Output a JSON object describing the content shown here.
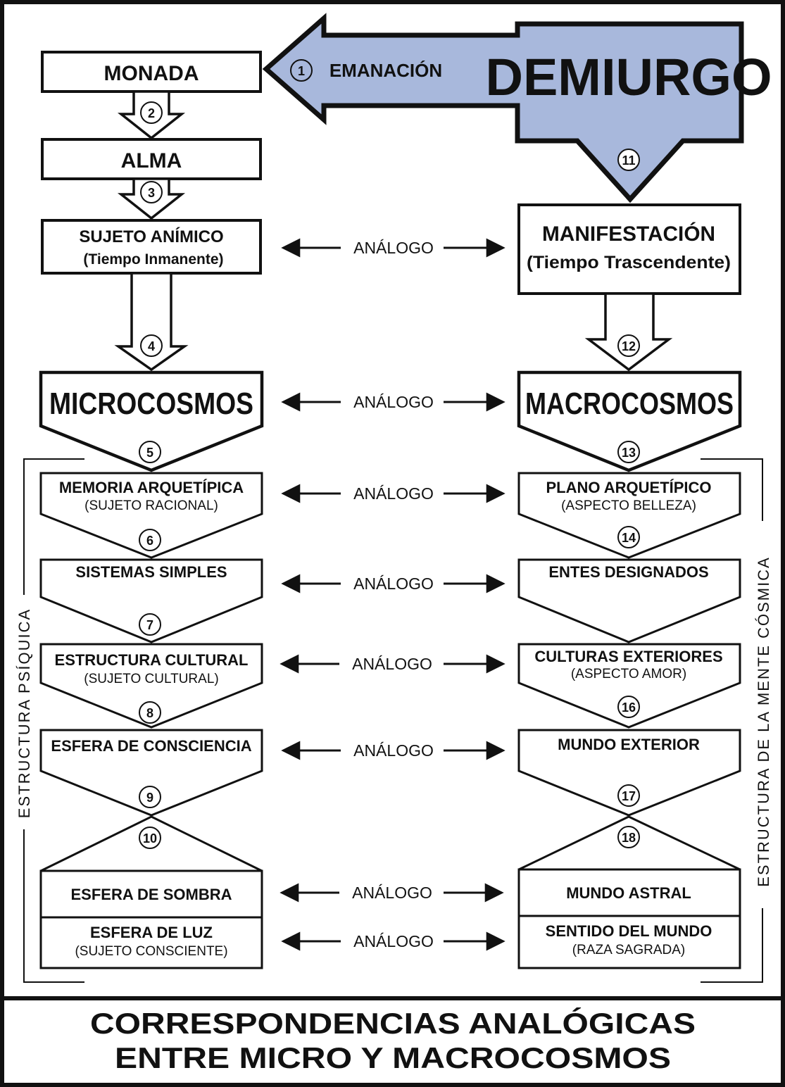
{
  "demiurgo": {
    "title": "DEMIURGO",
    "emanation": "EMANACIÓN"
  },
  "left": {
    "monada": "MONADA",
    "alma": "ALMA",
    "sujeto_animico": "SUJETO ANÍMICO",
    "tiempo_inmanente": "(Tiempo Inmanente)",
    "microcosmos": "MICROCOSMOS",
    "memoria_arquetipica": "MEMORIA ARQUETÍPICA",
    "sujeto_racional": "(SUJETO RACIONAL)",
    "sistemas_simples": "SISTEMAS SIMPLES",
    "estructura_cultural": "ESTRUCTURA CULTURAL",
    "sujeto_cultural": "(SUJETO CULTURAL)",
    "esfera_consciencia": "ESFERA DE CONSCIENCIA",
    "esfera_sombra": "ESFERA DE SOMBRA",
    "esfera_luz": "ESFERA DE LUZ",
    "sujeto_consciente": "(SUJETO CONSCIENTE)"
  },
  "right": {
    "manifestacion": "MANIFESTACIÓN",
    "tiempo_trascendente": "(Tiempo Trascendente)",
    "macrocosmos": "MACROCOSMOS",
    "plano_arquetipico": "PLANO ARQUETÍPICO",
    "aspecto_belleza": "(ASPECTO BELLEZA)",
    "entes_designados": "ENTES DESIGNADOS",
    "culturas_exteriores": "CULTURAS EXTERIORES",
    "aspecto_amor": "(ASPECTO AMOR)",
    "mundo_exterior": "MUNDO EXTERIOR",
    "mundo_astral": "MUNDO ASTRAL",
    "sentido_mundo": "SENTIDO DEL MUNDO",
    "raza_sagrada": "(RAZA SAGRADA)"
  },
  "analog_label": "ANÁLOGO",
  "numbers": {
    "n1": "1",
    "n2": "2",
    "n3": "3",
    "n4": "4",
    "n5": "5",
    "n6": "6",
    "n7": "7",
    "n8": "8",
    "n9": "9",
    "n10": "10",
    "n11": "11",
    "n12": "12",
    "n13": "13",
    "n14": "14",
    "n16": "16",
    "n17": "17",
    "n18": "18"
  },
  "side_left": "ESTRUCTURA PSÍQUICA",
  "side_right": "ESTRUCTURA DE LA MENTE CÓSMICA",
  "footer": {
    "line1": "CORRESPONDENCIAS ANALÓGICAS",
    "line2": "ENTRE MICRO Y MACROCOSMOS"
  },
  "colors": {
    "arrow_fill": "#a8b8dc",
    "stroke": "#111111"
  }
}
